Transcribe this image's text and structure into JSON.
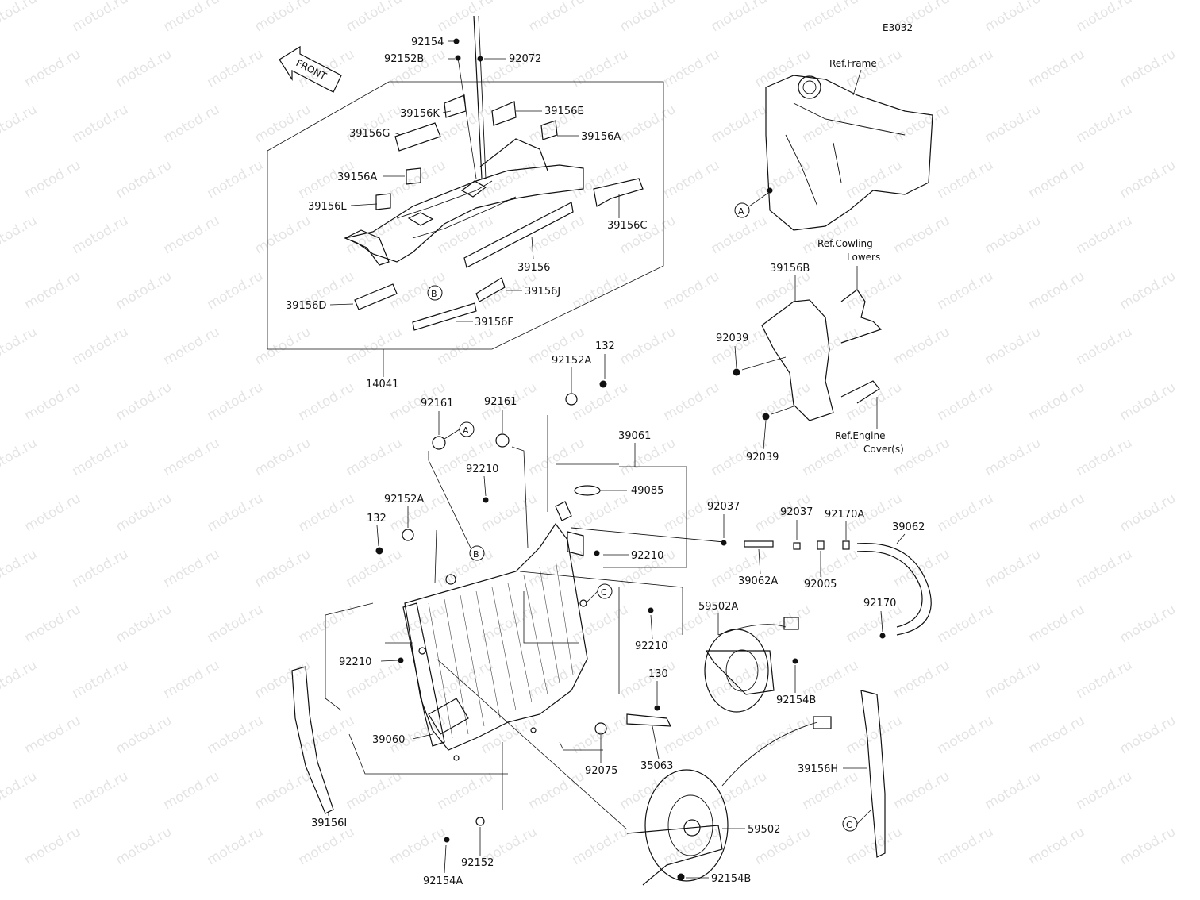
{
  "diagram_code": "E3032",
  "watermark": "motod.ru",
  "front_arrow": "FRONT",
  "refs": {
    "frame": "Ref.Frame",
    "cowling_1": "Ref.Cowling",
    "cowling_2": "Lowers",
    "engine_1": "Ref.Engine",
    "engine_2": "Cover(s)"
  },
  "callouts": {
    "a": "A",
    "b": "B",
    "c": "C"
  },
  "parts": {
    "p92154": "92154",
    "p92152b": "92152B",
    "p92072": "92072",
    "p39156k": "39156K",
    "p39156e": "39156E",
    "p39156g": "39156G",
    "p39156a_1": "39156A",
    "p39156a_2": "39156A",
    "p39156l": "39156L",
    "p39156c": "39156C",
    "p39156": "39156",
    "p39156j": "39156J",
    "p39156d": "39156D",
    "p39156f": "39156F",
    "p14041": "14041",
    "p132_top": "132",
    "p92152a_top": "92152A",
    "p92161_left": "92161",
    "p92161_right": "92161",
    "p39061": "39061",
    "p92210_top": "92210",
    "p49085": "49085",
    "p92152a_left": "92152A",
    "p132_left": "132",
    "p92210_mid": "92210",
    "p92037_1": "92037",
    "p92037_2": "92037",
    "p92170a": "92170A",
    "p39062": "39062",
    "p39062a": "39062A",
    "p92005": "92005",
    "p92170": "92170",
    "p59502a": "59502A",
    "p92210_right": "92210",
    "p92210_left": "92210",
    "p92154b_top": "92154B",
    "p130": "130",
    "p39060": "39060",
    "p92075": "92075",
    "p35063": "35063",
    "p39156h": "39156H",
    "p59502": "59502",
    "p39156i": "39156I",
    "p92152": "92152",
    "p92154a": "92154A",
    "p92154b_bot": "92154B",
    "p39156b": "39156B",
    "p92039_1": "92039",
    "p92039_2": "92039"
  }
}
